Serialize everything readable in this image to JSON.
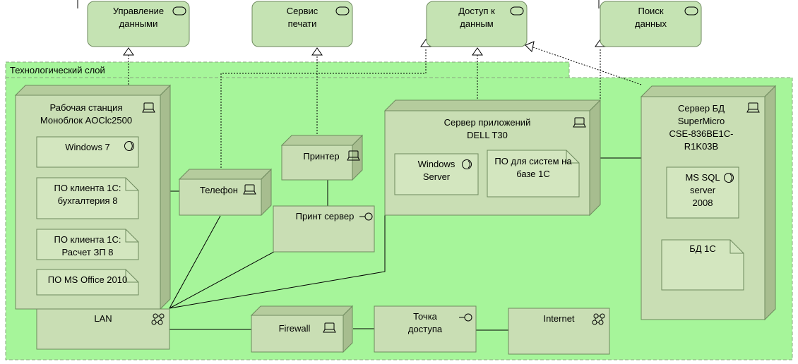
{
  "colors": {
    "layer_fill": "#a6f59a",
    "service_fill": "#c5e3b3",
    "node_front": "#c9deb4",
    "node_top": "#b5cc9d",
    "node_side": "#a7bd8f",
    "inner_fill": "#d3e6bf",
    "border": "#6e8a5e",
    "line": "#000000"
  },
  "layer": {
    "title": "Технологический слой"
  },
  "services": [
    {
      "id": "svc-data-management",
      "lines": [
        "Управление",
        "данными"
      ]
    },
    {
      "id": "svc-print",
      "lines": [
        "Сервис",
        "печати"
      ]
    },
    {
      "id": "svc-data-access",
      "lines": [
        "Доступ к",
        "данным"
      ]
    },
    {
      "id": "svc-data-search",
      "lines": [
        "Поиск",
        "данных"
      ]
    }
  ],
  "nodes": {
    "workstation": {
      "lines": [
        "Рабочая станция",
        "Моноблок AOClc2500"
      ],
      "icon": "device-icon"
    },
    "phone": {
      "lines": [
        "Телефон"
      ],
      "icon": "device-icon"
    },
    "printer": {
      "lines": [
        "Принтер"
      ],
      "icon": "device-icon"
    },
    "print_server": {
      "lines": [
        "Принт сервер"
      ],
      "icon": "interface-icon"
    },
    "app_server": {
      "lines": [
        "Сервер приложений",
        "DELL T30"
      ],
      "icon": "device-icon"
    },
    "db_server": {
      "lines": [
        "Сервер БД",
        "SuperMicro",
        "CSE-836BE1C-",
        "R1K03B"
      ],
      "icon": "device-icon"
    },
    "lan": {
      "lines": [
        "LAN"
      ],
      "icon": "network-icon"
    },
    "firewall": {
      "lines": [
        "Firewall"
      ],
      "icon": "device-icon"
    },
    "access_point": {
      "lines": [
        "Точка",
        "доступа"
      ],
      "icon": "interface-icon"
    },
    "internet": {
      "lines": [
        "Internet"
      ],
      "icon": "network-icon"
    }
  },
  "artifacts": {
    "windows7": {
      "lines": [
        "Windows 7"
      ],
      "icon": "system-software-icon"
    },
    "client_accounting": {
      "lines": [
        "ПО клиента 1С:",
        "бухгалтерия 8"
      ]
    },
    "client_payroll": {
      "lines": [
        "ПО клиента 1С:",
        "Расчет ЗП 8"
      ]
    },
    "ms_office": {
      "lines": [
        "ПО MS Office 2010"
      ]
    },
    "windows_server": {
      "lines": [
        "Windows",
        "Server"
      ],
      "icon": "system-software-icon"
    },
    "po_1c_systems": {
      "lines": [
        "ПО для систем на",
        "базе 1С"
      ]
    },
    "ms_sql": {
      "lines": [
        "MS SQL",
        "server",
        "2008"
      ],
      "icon": "system-software-icon"
    },
    "db_1c": {
      "lines": [
        "БД 1С"
      ]
    }
  }
}
